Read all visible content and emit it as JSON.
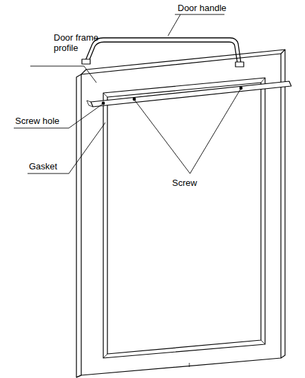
{
  "diagram": {
    "labels": [
      "Door handle",
      "Door frame profile",
      "Screw hole",
      "Gasket",
      "Screw"
    ]
  }
}
